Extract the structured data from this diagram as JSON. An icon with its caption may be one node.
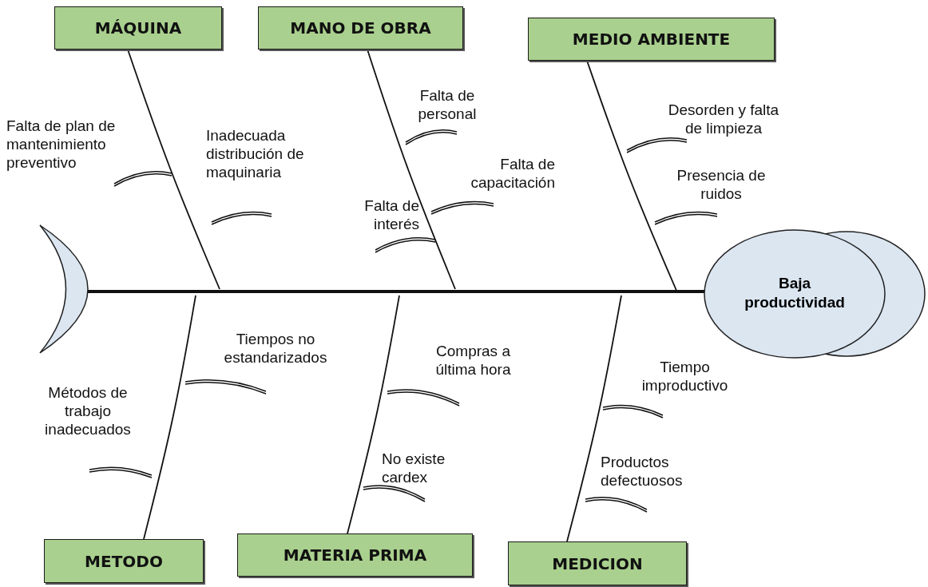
{
  "diagram": {
    "nodes": [
      {
        "text": [
          "MÁQUINA"
        ]
      },
      {
        "text": [
          "MANO DE OBRA"
        ]
      },
      {
        "text": [
          "MEDIO AMBIENTE"
        ]
      },
      {
        "text": [],
        "shape": "crescent"
      },
      {
        "text": [
          "Baja productividad"
        ]
      },
      {
        "text": [
          "METODO"
        ]
      },
      {
        "text": [
          "MATERIA PRIMA"
        ]
      },
      {
        "text": [
          "MEDICION"
        ]
      }
    ],
    "edges": [
      {
        "from": 3,
        "to": 4,
        "arrow": "none",
        "style": "thick"
      },
      {
        "from": 0,
        "to": null,
        "arrow": "none"
      },
      {
        "from": 1,
        "to": null,
        "arrow": "none"
      },
      {
        "from": 2,
        "to": null,
        "arrow": "none"
      },
      {
        "from": 5,
        "to": null,
        "arrow": "none"
      },
      {
        "from": 6,
        "to": null,
        "arrow": "none"
      },
      {
        "from": 7,
        "to": null,
        "arrow": "none"
      }
    ],
    "labels": [
      "Falta de plan de mantenimiento preventivo",
      "Inadecuada distribución de maquinaria",
      "Falta de personal",
      "Falta de capacitación",
      "Falta de interés",
      "Desorden y falta de limpieza",
      "Presencia de ruidos",
      "Tiempos no estandarizados",
      "Métodos de trabajo inadecuados",
      "Compras a última hora",
      "No existe cardex",
      "Tiempo improductivo",
      "Productos defectuosos"
    ]
  }
}
